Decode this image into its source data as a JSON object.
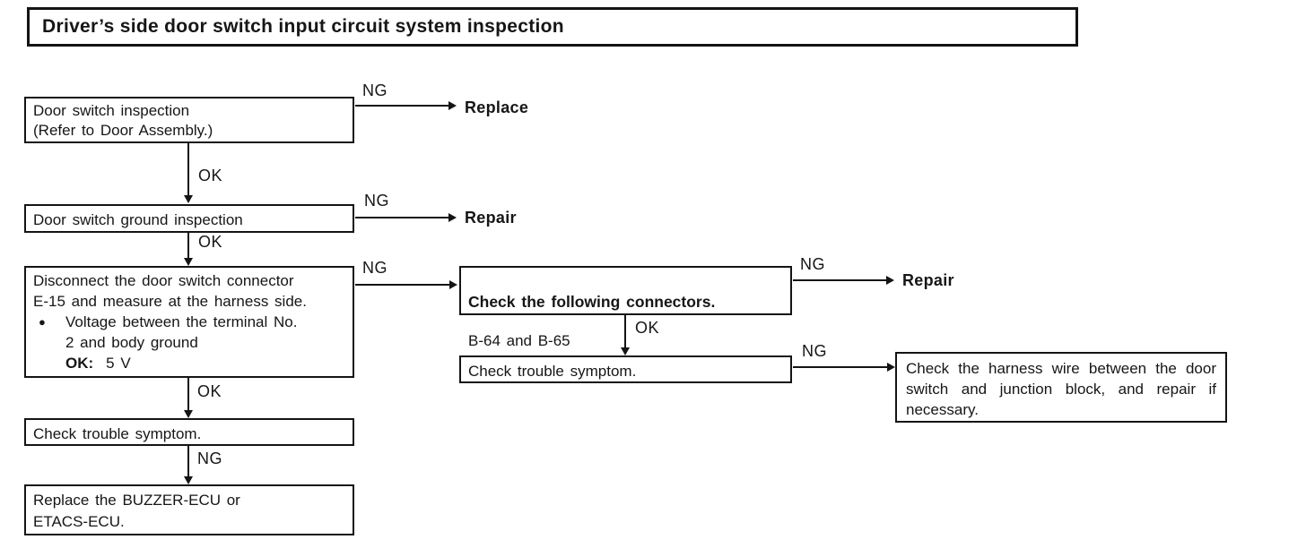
{
  "title": "Driver’s side door switch input circuit system inspection",
  "labels": {
    "ok": "OK",
    "ng": "NG"
  },
  "outcomes": {
    "replace": "Replace",
    "repair": "Repair"
  },
  "boxes": {
    "door_switch_inspection": "Door switch inspection\n(Refer to Door Assembly.)",
    "ground_inspection": "Door switch ground inspection",
    "disconnect": {
      "line1": "Disconnect the door switch connector",
      "line2": "E-15 and measure at the harness side.",
      "bullet": "●",
      "bullet_line1": "Voltage between the terminal No.",
      "bullet_line2": "2 and body ground",
      "ok_key": "OK:",
      "ok_value": "5 V"
    },
    "check_connectors": {
      "heading": "Check the following connectors.",
      "detail": "B-64 and B-65"
    },
    "check_trouble_symptom_left": "Check trouble symptom.",
    "check_trouble_symptom_mid": "Check trouble symptom.",
    "replace_ecu": "Replace the BUZZER-ECU or\nETACS-ECU.",
    "harness_wire": "Check the harness wire between the door switch and junction block, and repair if necessary."
  }
}
